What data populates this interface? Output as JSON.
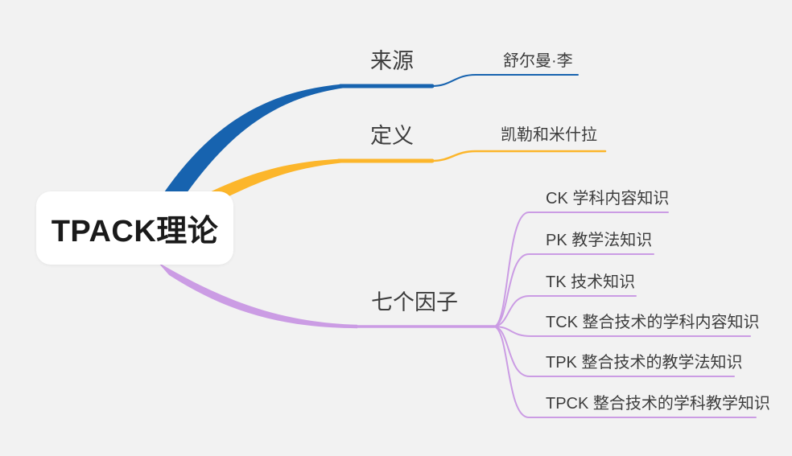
{
  "canvas": {
    "background_color": "#f2f2f2",
    "label_text_color": "#3d3d3d"
  },
  "root": {
    "label": "TPACK理论",
    "text_color": "#1a1a1a",
    "bg_color": "#ffffff"
  },
  "branches": [
    {
      "label": "来源",
      "color": "#1763af",
      "children": [
        {
          "label": "舒尔曼·李"
        }
      ]
    },
    {
      "label": "定义",
      "color": "#fcb62b",
      "children": [
        {
          "label": "凯勒和米什拉"
        }
      ]
    },
    {
      "label": "七个因子",
      "color": "#cb9ce4",
      "children": [
        {
          "label": "CK 学科内容知识"
        },
        {
          "label": "PK 教学法知识"
        },
        {
          "label": "TK 技术知识"
        },
        {
          "label": "TCK 整合技术的学科内容知识"
        },
        {
          "label": "TPK 整合技术的教学法知识"
        },
        {
          "label": "TPCK 整合技术的学科教学知识"
        }
      ]
    }
  ]
}
